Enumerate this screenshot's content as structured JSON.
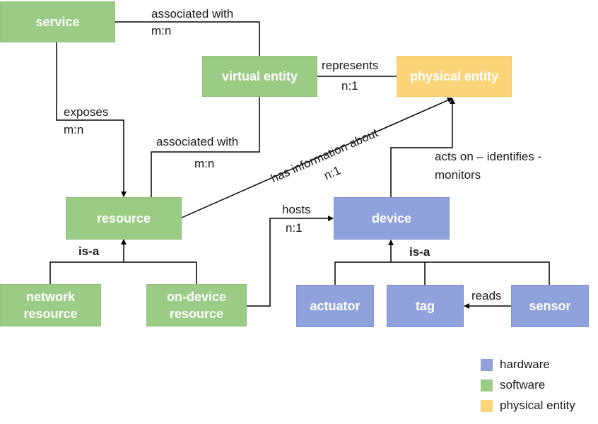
{
  "nodes": {
    "service": "service",
    "virtual_entity": "virtual entity",
    "physical_entity": "physical entity",
    "resource": "resource",
    "network_resource": "network\nresource",
    "on_device_resource": "on-device\nresource",
    "device": "device",
    "actuator": "actuator",
    "tag": "tag",
    "sensor": "sensor"
  },
  "edges": {
    "service_ve_label": "associated with",
    "service_ve_card": "m:n",
    "ve_pe_label": "represents",
    "ve_pe_card": "n:1",
    "exposes_label": "exposes",
    "exposes_card": "m:n",
    "resource_ve_label": "associated with",
    "resource_ve_card": "m:n",
    "has_info_label": "has information about",
    "has_info_card": "n:1",
    "acts_on_label_1": "acts on – identifies -",
    "acts_on_label_2": "monitors",
    "hosts_label": "hosts",
    "hosts_card": "n:1",
    "resource_isa": "is-a",
    "device_isa": "is-a",
    "reads_label": "reads"
  },
  "legend": [
    {
      "label": "hardware",
      "color": "#8fa2dc"
    },
    {
      "label": "software",
      "color": "#9bcc85"
    },
    {
      "label": "physical entity",
      "color": "#fcd57a"
    }
  ]
}
